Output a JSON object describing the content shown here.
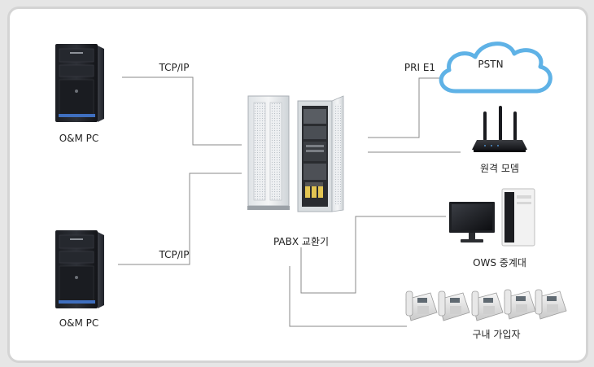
{
  "labels": {
    "om_pc_top": "O&M PC",
    "om_pc_bottom": "O&M PC",
    "tcpip_top": "TCP/IP",
    "tcpip_bottom": "TCP/IP",
    "pabx": "PABX 교환기",
    "pri": "PRI E1",
    "pstn": "PSTN",
    "modem": "원격 모뎀",
    "ows": "OWS  중계대",
    "subscribers": "구내 가입자"
  },
  "icons": {
    "pc_top": "desktop-tower-icon",
    "pc_bottom": "desktop-tower-icon",
    "pabx": "server-rack-icon",
    "cloud": "cloud-icon",
    "modem": "router-icon",
    "ows": "monitor-workstation-icon",
    "phones": "desk-phone-icon"
  },
  "colors": {
    "line": "#8a8a8a",
    "cloud_stroke": "#5fb2e6",
    "cloud_fill": "#ffffff",
    "frame_border": "#d4d4d4"
  }
}
